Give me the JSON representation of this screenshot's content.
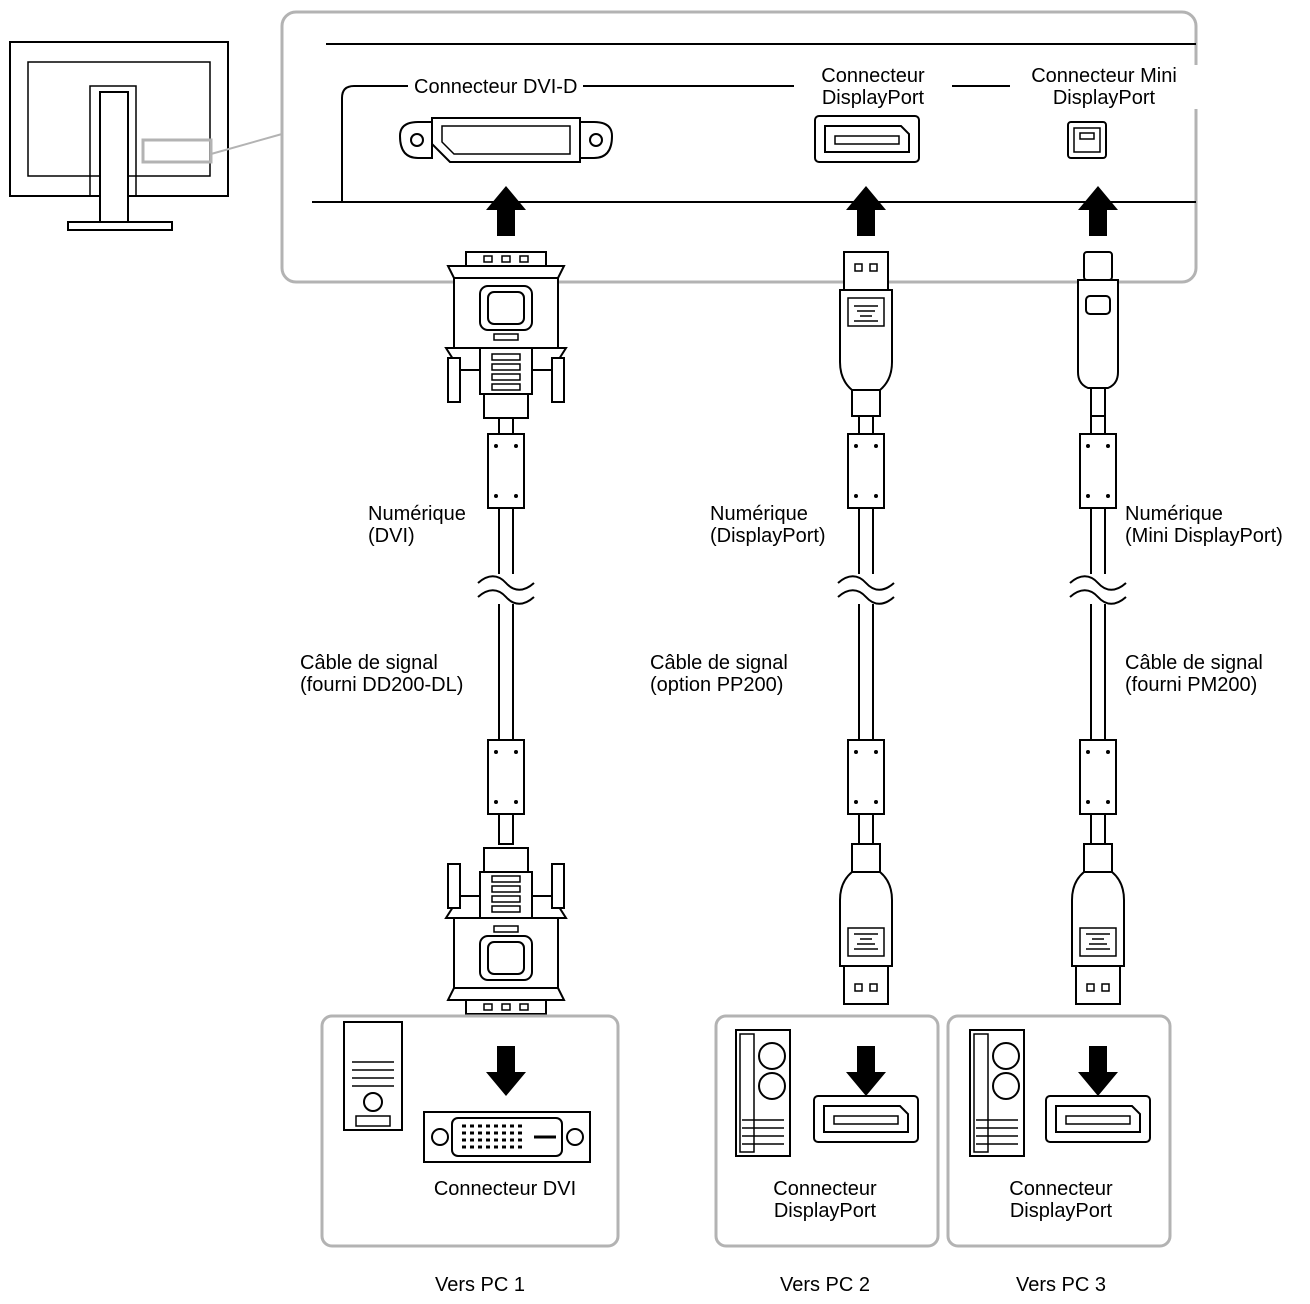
{
  "monitor_panel": {
    "dvi_d_label": "Connecteur DVI-D",
    "displayport_label_line1": "Connecteur",
    "displayport_label_line2": "DisplayPort",
    "mini_displayport_label_line1": "Connecteur Mini",
    "mini_displayport_label_line2": "DisplayPort"
  },
  "cables": [
    {
      "signal_line1": "Numérique",
      "signal_line2": "(DVI)",
      "cable_line1": "Câble de signal",
      "cable_line2": "(fourni DD200-DL)"
    },
    {
      "signal_line1": "Numérique",
      "signal_line2": "(DisplayPort)",
      "cable_line1": "Câble de signal",
      "cable_line2": "(option PP200)"
    },
    {
      "signal_line1": "Numérique",
      "signal_line2": "(Mini DisplayPort)",
      "cable_line1": "Câble de signal",
      "cable_line2": "(fourni PM200)"
    }
  ],
  "pcs": [
    {
      "connector_line1": "Connecteur DVI",
      "connector_line2": "",
      "caption": "Vers PC 1"
    },
    {
      "connector_line1": "Connecteur",
      "connector_line2": "DisplayPort",
      "caption": "Vers PC 2"
    },
    {
      "connector_line1": "Connecteur",
      "connector_line2": "DisplayPort",
      "caption": "Vers PC 3"
    }
  ],
  "colors": {
    "line": "#000000",
    "frame": "#b3b3b3",
    "background": "#ffffff"
  }
}
